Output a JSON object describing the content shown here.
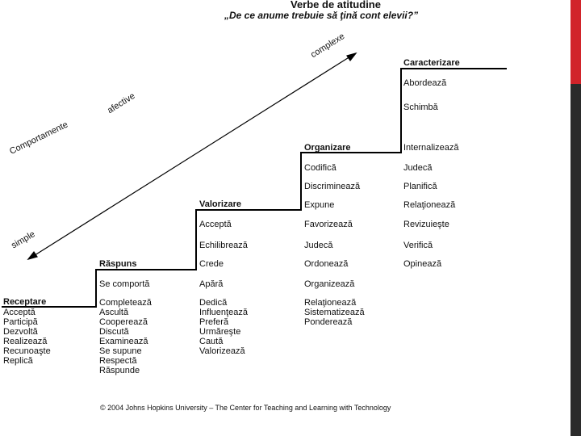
{
  "title": "Verbe de atitudine",
  "subtitle": "„De ce anume trebuie să ţină cont elevii?”",
  "arrow_labels": {
    "complexe": "complexe",
    "afective": "afective",
    "comportamente": "Comportamente",
    "simple": "simple"
  },
  "levels": [
    {
      "heading": "Receptare",
      "verbs": [
        "Acceptă",
        "Participă",
        "Dezvoltă",
        "Realizează",
        "Recunoaşte",
        "Replică"
      ]
    },
    {
      "heading": "Răspuns",
      "verbs": [
        "Se comportă",
        "Completează",
        "Ascultă",
        "Cooperează",
        "Discută",
        "Examinează",
        "Se supune",
        "Respectă",
        "Răspunde"
      ]
    },
    {
      "heading": "Valorizare",
      "verbs": [
        "Acceptă",
        "Echilibrează",
        "Crede",
        "Apără",
        "Dedică",
        "Influenţează",
        "Preferă",
        "Urmăreşte",
        "Caută",
        "Valorizează"
      ]
    },
    {
      "heading": "Organizare",
      "verbs": [
        "Codifică",
        "Discriminează",
        "Expune",
        "Favorizează",
        "Judecă",
        "Ordonează",
        "Organizează",
        "Relaţionează",
        "Sistematizează",
        "Ponderează"
      ]
    },
    {
      "heading": "Caracterizare",
      "verbs": [
        "Abordează",
        "Schimbă",
        "Internalizează",
        "Judecă",
        "Planifică",
        "Relaţionează",
        "Revizuieşte",
        "Verifică",
        "Opinează"
      ]
    }
  ],
  "footer": "© 2004 Johns Hopkins University – The Center for Teaching and Learning with Technology",
  "colors": {
    "sidebar_dark": "#2b2b2b",
    "sidebar_red": "#d1232a",
    "line": "#000000"
  }
}
